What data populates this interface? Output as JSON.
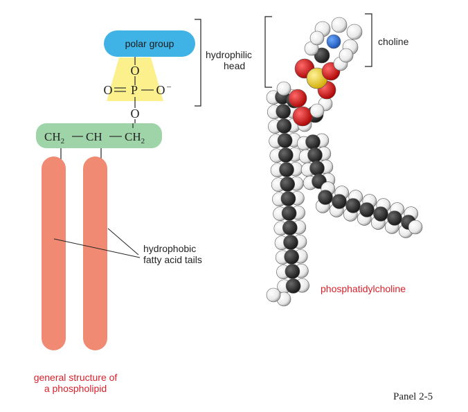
{
  "general": {
    "polar_group": "polar group",
    "atoms": {
      "o_top": "O",
      "o_double": "O",
      "p": "P",
      "o_minus": "O",
      "minus": "–",
      "o_bottom": "O"
    },
    "glycerol": {
      "ch2_left": "CH",
      "ch_mid": "CH",
      "ch2_right": "CH",
      "sub2": "2"
    },
    "head_label": [
      "hydrophilic",
      "head"
    ],
    "tails_label": [
      "hydrophobic",
      "fatty acid tails"
    ],
    "caption": [
      "general structure of",
      "a phospholipid"
    ]
  },
  "model": {
    "choline_label": "choline",
    "caption": "phosphatidylcholine"
  },
  "panel_label": "Panel 2-5",
  "colors": {
    "polar_group": "#3fb3e6",
    "phosphate": "#fbf08c",
    "glycerol": "#9fd4a8",
    "tail": "#f08a72",
    "caption_red": "#d8202a",
    "oxygen": "#d42020",
    "phosphorus": "#f2d21c",
    "nitrogen": "#2a6fd6",
    "carbon": "#2e2e2e",
    "hydrogen": "#ffffff"
  }
}
